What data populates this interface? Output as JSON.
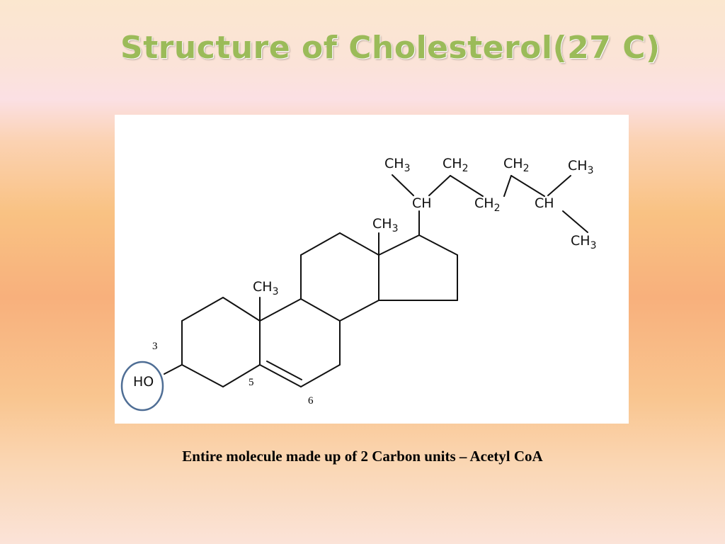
{
  "slide": {
    "title": "Structure of Cholesterol(27 C)",
    "caption": "Entire molecule made up of 2 Carbon units – Acetyl CoA"
  },
  "diagram": {
    "groups": {
      "ch3_a": "CH",
      "ch2_a": "CH",
      "ch2_b": "CH",
      "ch3_b": "CH",
      "ch_a": "CH",
      "ch2_c": "CH",
      "ch_b": "CH",
      "ch3_c": "CH",
      "ch3_d": "CH",
      "ch3_e": "CH",
      "ho": "HO"
    },
    "subscripts": {
      "ch3_a": "3",
      "ch2_a": "2",
      "ch2_b": "2",
      "ch3_b": "3",
      "ch2_c": "2",
      "ch3_c": "3",
      "ch3_d": "3",
      "ch3_e": "3"
    },
    "carbon_numbers": {
      "c3": "3",
      "c5": "5",
      "c6": "6"
    },
    "colors": {
      "title": "#9bbb59",
      "highlight_circle": "#4f6e95",
      "bond": "#111111"
    }
  }
}
